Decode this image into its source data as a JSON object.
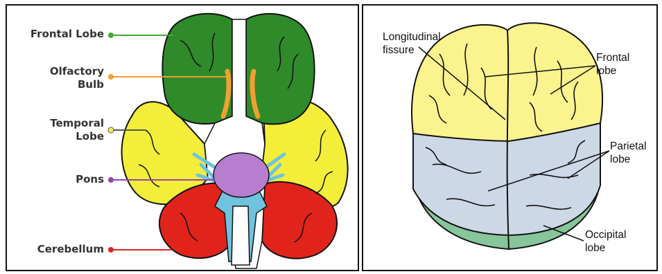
{
  "left_panel": {
    "labels": {
      "frontal": "Frontal Lobe",
      "olfactory_1": "Olfactory",
      "olfactory_2": "Bulb",
      "temporal_1": "Temporal",
      "temporal_2": "Lobe",
      "pons": "Pons",
      "cerebellum": "Cerebellum"
    },
    "colors": {
      "frontal": "#2f8a2a",
      "olfactory": "#f0a030",
      "temporal": "#f2ee3a",
      "pons": "#b77ed0",
      "cerebellum": "#e0241c",
      "brainstem": "#6fc3de",
      "frontal_marker": "#44aa33",
      "olfactory_marker": "#f0a030",
      "temporal_marker": "#eeee55",
      "pons_marker": "#9944aa",
      "cerebellum_marker": "#dd2222"
    }
  },
  "right_panel": {
    "labels": {
      "longitudinal_1": "Longitudinal",
      "longitudinal_2": "fissure",
      "frontal_1": "Frontal",
      "frontal_2": "lobe",
      "parietal_1": "Parietal",
      "parietal_2": "lobe",
      "occipital_1": "Occipital",
      "occipital_2": "lobe"
    },
    "colors": {
      "frontal": "#fbf38e",
      "parietal": "#cdd8e6",
      "occipital": "#86c69a"
    }
  }
}
